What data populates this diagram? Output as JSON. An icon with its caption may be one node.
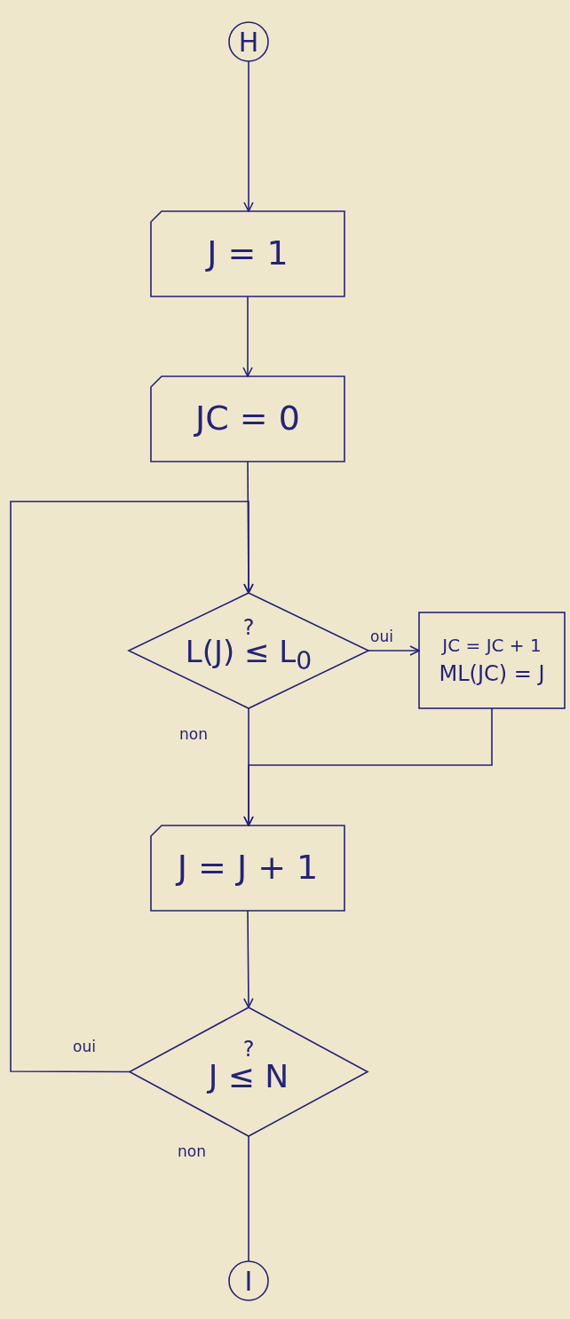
{
  "diagram": {
    "nodes": [
      {
        "text": [
          "H"
        ]
      },
      {
        "text": [
          "J = 1"
        ]
      },
      {
        "text": [
          "JC = 0"
        ]
      },
      {
        "text": [
          "?",
          "L(J) ≤ L$_{0}$"
        ]
      },
      {
        "text": [
          "JC = JC + 1",
          "ML(JC) = J"
        ]
      },
      {
        "text": [
          "J = J + 1"
        ]
      },
      {
        "text": [
          "?",
          "J ≤ N"
        ]
      },
      {
        "text": [
          "I"
        ]
      }
    ],
    "edges": [
      {
        "from": 0,
        "to": 1,
        "arrow": "to"
      },
      {
        "from": 1,
        "to": 2,
        "arrow": "to"
      },
      {
        "from": 2,
        "to": 3,
        "arrow": "to"
      },
      {
        "from": 3,
        "to": 4,
        "arrow": "to",
        "label": "oui"
      },
      {
        "from": 3,
        "to": 5,
        "arrow": "to",
        "label": "non"
      },
      {
        "from": 4,
        "to": 5,
        "arrow": "to"
      },
      {
        "from": 5,
        "to": 6,
        "arrow": "to"
      },
      {
        "from": 6,
        "to": 3,
        "arrow": "to",
        "label": "oui"
      },
      {
        "from": 6,
        "to": 7,
        "arrow": "none",
        "label": "non"
      }
    ]
  }
}
